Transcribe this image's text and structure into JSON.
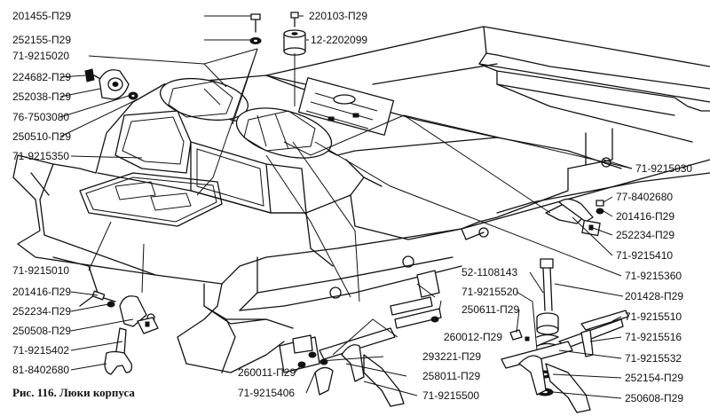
{
  "labels": {
    "l201455": "201455-П29",
    "l252155": "252155-П29",
    "l7109215020": "71-9215020",
    "l224682": "224682-П29",
    "l252038": "252038-П29",
    "l767503080": "76-7503080",
    "l250510": "250510-П29",
    "l7109215350": "71-9215350",
    "l7109215010": "71-9215010",
    "l201416a": "201416-П29",
    "l252234a": "252234-П29",
    "l250508": "250508-П29",
    "l7109215402": "71-9215402",
    "l818402680": "81-8402680",
    "l260011": "260011-П29",
    "l7109215406": "71-9215406",
    "l220103": "220103-П29",
    "l122202099": "12-2202099",
    "l7109215030": "71-9215030",
    "l778402680": "77-8402680",
    "l201416b": "201416-П29",
    "l252234b": "252234-П29",
    "l7109215410": "71-9215410",
    "l7109215360": "71-9215360",
    "l521108143": "52-1108143",
    "l201428": "201428-П29",
    "l7109215520": "71-9215520",
    "l250611": "250611-П29",
    "l7109215510": "71-9215510",
    "l7109215516": "71-9215516",
    "l7109215532": "71-9215532",
    "l252154": "252154-П29",
    "l250608": "250608-П29",
    "l260012": "260012-П29",
    "l293221": "293221-П29",
    "l258011": "258011-П29",
    "l7109215500": "71-9215500"
  },
  "caption": "Рис. 116. Люки корпуса"
}
